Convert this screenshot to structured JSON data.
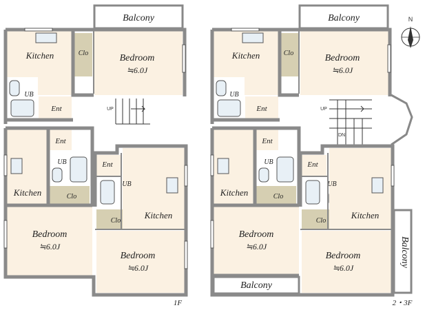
{
  "floors": {
    "first": {
      "label": "1F"
    },
    "upper": {
      "label": "2・3F"
    }
  },
  "rooms": {
    "kitchen": "Kitchen",
    "bedroom": "Bedroom",
    "bedroom_size": "≒6.0J",
    "closet": "Clo",
    "bath": "UB",
    "entrance": "Ent",
    "balcony": "Balcony"
  },
  "stairs": {
    "up": "UP",
    "down": "DN"
  },
  "compass": {
    "north": "N"
  },
  "colors": {
    "room_fill": "#fbf1e2",
    "closet_fill": "#d6cfb2",
    "wall": "#8a8a8a",
    "wet_area": "#ffffff"
  }
}
